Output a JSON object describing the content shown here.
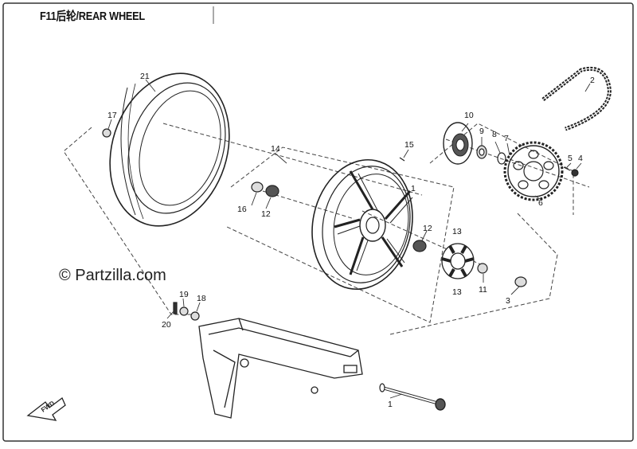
{
  "header": {
    "title": "F11后轮/REAR WHEEL"
  },
  "watermark": {
    "text": "© Partzilla.com"
  },
  "fwd_arrow": {
    "label": "FWD"
  },
  "callouts": [
    {
      "id": "21",
      "label": "21"
    },
    {
      "id": "17",
      "label": "17"
    },
    {
      "id": "14",
      "label": "14"
    },
    {
      "id": "16",
      "label": "16"
    },
    {
      "id": "12a",
      "label": "12"
    },
    {
      "id": "15",
      "label": "15"
    },
    {
      "id": "1a",
      "label": "1"
    },
    {
      "id": "12b",
      "label": "12"
    },
    {
      "id": "13a",
      "label": "13"
    },
    {
      "id": "13b",
      "label": "13"
    },
    {
      "id": "11",
      "label": "11"
    },
    {
      "id": "10",
      "label": "10"
    },
    {
      "id": "9",
      "label": "9"
    },
    {
      "id": "8",
      "label": "8"
    },
    {
      "id": "7",
      "label": "7"
    },
    {
      "id": "2",
      "label": "2"
    },
    {
      "id": "5",
      "label": "5"
    },
    {
      "id": "4",
      "label": "4"
    },
    {
      "id": "6",
      "label": "6"
    },
    {
      "id": "3",
      "label": "3"
    },
    {
      "id": "19",
      "label": "19"
    },
    {
      "id": "18",
      "label": "18"
    },
    {
      "id": "20",
      "label": "20"
    },
    {
      "id": "1b",
      "label": "1"
    }
  ]
}
